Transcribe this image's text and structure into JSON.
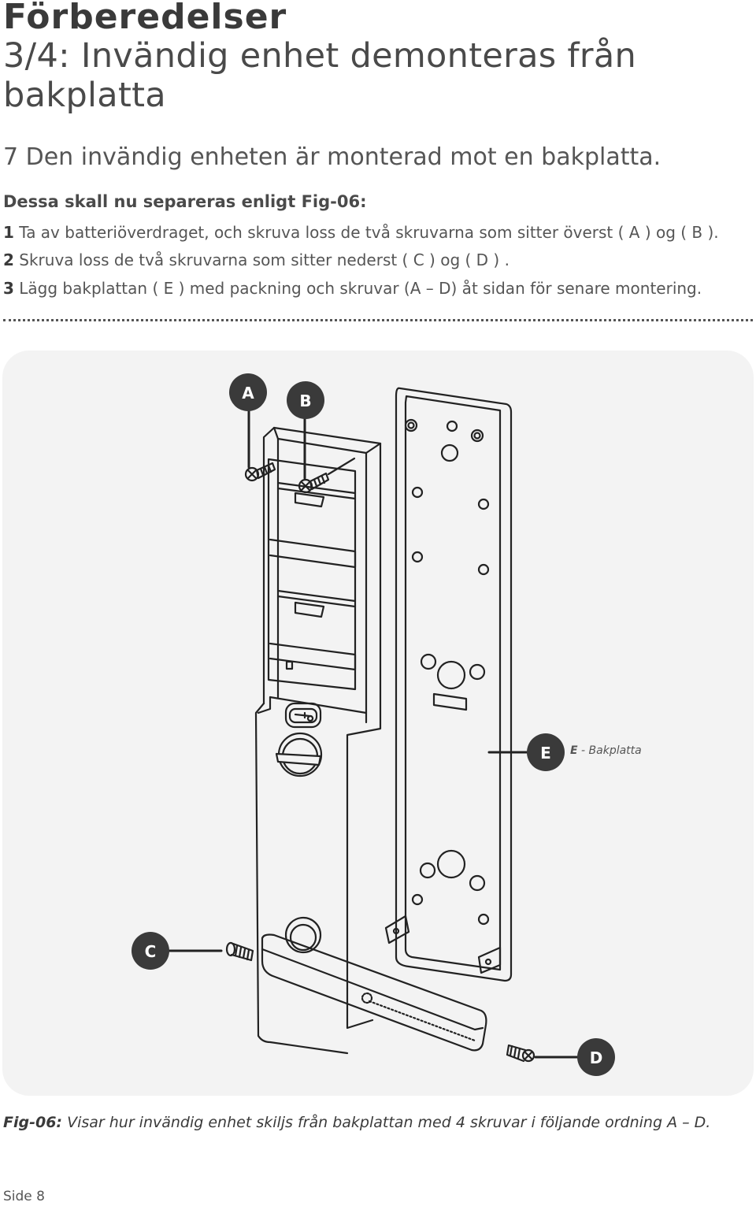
{
  "header": {
    "title": "Förberedelser",
    "subtitle": "3/4: Invändig enhet demonteras från bakplatta"
  },
  "intro": "7 Den invändig enheten är monterad mot en bakplatta.",
  "steps": {
    "heading": "Dessa skall nu separeras enligt Fig-06:",
    "items": [
      {
        "num": "1",
        "text": "Ta av batteriöverdraget, och skruva loss de två skruvarna som sitter överst ( A ) og ( B )."
      },
      {
        "num": "2",
        "text": "Skruva loss de två skruvarna som sitter nederst ( C ) og ( D ) ."
      },
      {
        "num": "3",
        "text": "Lägg bakplattan ( E ) med packning och skruvar (A – D) åt sidan för senare montering."
      }
    ]
  },
  "figure": {
    "callouts": {
      "a": "A",
      "b": "B",
      "c": "C",
      "d": "D",
      "e": "E"
    },
    "e_label_letter": "E",
    "e_label_text": " - Bakplatta"
  },
  "caption": {
    "prefix": "Fig-06:",
    "text": " Visar hur invändig enhet skiljs från bakplattan med 4 skruvar i följande ordning A – D."
  },
  "footer": {
    "page": "Side 8"
  },
  "colors": {
    "callout": "#3a3a3a",
    "panel": "#f3f3f3",
    "line": "#222222"
  }
}
